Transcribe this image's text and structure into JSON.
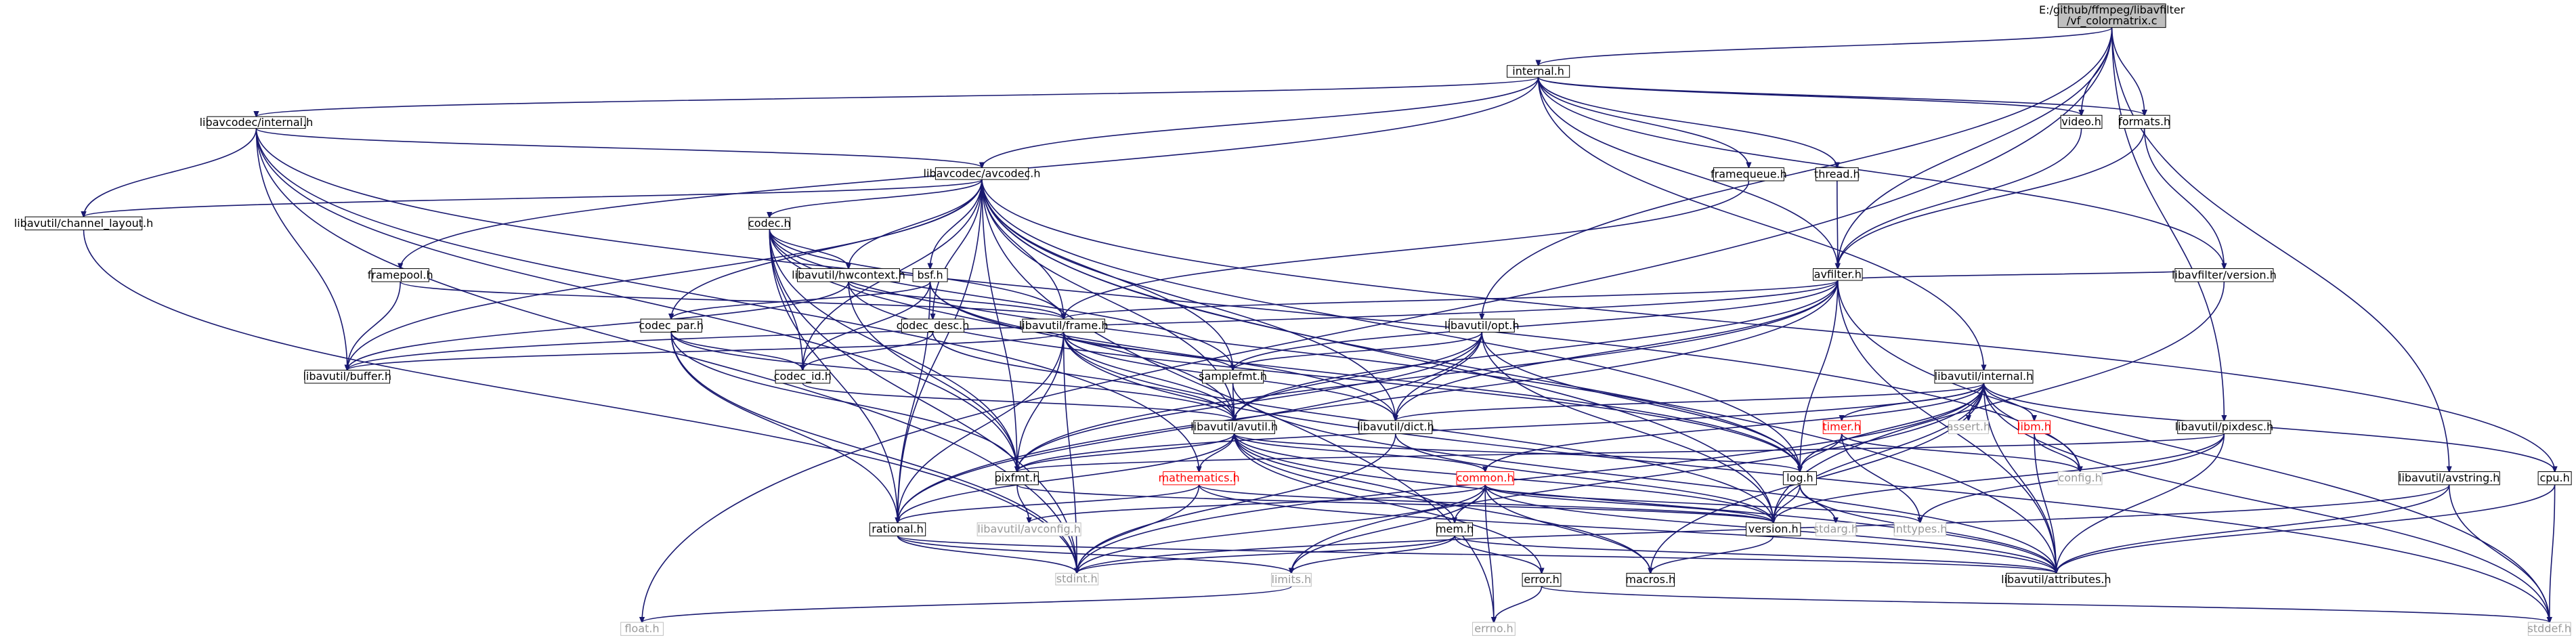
{
  "graph": {
    "root": {
      "label_line1": "E:/github/ffmpeg/libavfilter",
      "label_line2": "/vf_colormatrix.c"
    },
    "nodes": [
      {
        "id": "internal_h",
        "label": "internal.h"
      },
      {
        "id": "lavc_internal",
        "label": "libavcodec/internal.h"
      },
      {
        "id": "video_h",
        "label": "video.h"
      },
      {
        "id": "formats_h",
        "label": "formats.h"
      },
      {
        "id": "lavc_avcodec",
        "label": "libavcodec/avcodec.h"
      },
      {
        "id": "framequeue_h",
        "label": "framequeue.h"
      },
      {
        "id": "thread_h",
        "label": "thread.h"
      },
      {
        "id": "channel_layout",
        "label": "libavutil/channel_layout.h"
      },
      {
        "id": "codec_h",
        "label": "codec.h"
      },
      {
        "id": "bsf_h",
        "label": "bsf.h"
      },
      {
        "id": "framepool_h",
        "label": "framepool.h"
      },
      {
        "id": "hwcontext_h",
        "label": "libavutil/hwcontext.h"
      },
      {
        "id": "avfilter_h",
        "label": "avfilter.h"
      },
      {
        "id": "lavfi_version",
        "label": "libavfilter/version.h"
      },
      {
        "id": "codec_par",
        "label": "codec_par.h"
      },
      {
        "id": "codec_desc",
        "label": "codec_desc.h"
      },
      {
        "id": "frame_h",
        "label": "libavutil/frame.h"
      },
      {
        "id": "opt_h",
        "label": "libavutil/opt.h"
      },
      {
        "id": "buffer_h",
        "label": "libavutil/buffer.h"
      },
      {
        "id": "codec_id",
        "label": "codec_id.h"
      },
      {
        "id": "samplefmt",
        "label": "samplefmt.h"
      },
      {
        "id": "lavu_internal",
        "label": "libavutil/internal.h"
      },
      {
        "id": "avutil_h",
        "label": "libavutil/avutil.h"
      },
      {
        "id": "dict_h",
        "label": "libavutil/dict.h"
      },
      {
        "id": "assert_h",
        "label": "assert.h",
        "style": "gray"
      },
      {
        "id": "timer_h",
        "label": "timer.h",
        "style": "red"
      },
      {
        "id": "libm_h",
        "label": "libm.h",
        "style": "red"
      },
      {
        "id": "pixdesc_h",
        "label": "libavutil/pixdesc.h"
      },
      {
        "id": "config_h",
        "label": "config.h",
        "style": "gray"
      },
      {
        "id": "pixfmt_h",
        "label": "pixfmt.h"
      },
      {
        "id": "mathematics_h",
        "label": "mathematics.h",
        "style": "red"
      },
      {
        "id": "common_h",
        "label": "common.h",
        "style": "red"
      },
      {
        "id": "log_h",
        "label": "log.h"
      },
      {
        "id": "avstring_h",
        "label": "libavutil/avstring.h"
      },
      {
        "id": "cpu_h",
        "label": "cpu.h"
      },
      {
        "id": "rational_h",
        "label": "rational.h"
      },
      {
        "id": "avconfig_h",
        "label": "libavutil/avconfig.h",
        "style": "gray"
      },
      {
        "id": "mem_h",
        "label": "mem.h"
      },
      {
        "id": "version_h",
        "label": "version.h"
      },
      {
        "id": "stdarg_h",
        "label": "stdarg.h",
        "style": "gray"
      },
      {
        "id": "inttypes_h",
        "label": "inttypes.h",
        "style": "gray"
      },
      {
        "id": "stdint_h",
        "label": "stdint.h",
        "style": "gray"
      },
      {
        "id": "limits_h",
        "label": "limits.h",
        "style": "gray"
      },
      {
        "id": "error_h",
        "label": "error.h"
      },
      {
        "id": "macros_h",
        "label": "macros.h"
      },
      {
        "id": "attributes_h",
        "label": "libavutil/attributes.h"
      },
      {
        "id": "float_h",
        "label": "float.h",
        "style": "gray"
      },
      {
        "id": "errno_h",
        "label": "errno.h",
        "style": "gray"
      },
      {
        "id": "stddef_h",
        "label": "stddef.h",
        "style": "gray"
      }
    ],
    "edges": [
      [
        "root",
        "internal_h"
      ],
      [
        "root",
        "video_h"
      ],
      [
        "root",
        "formats_h"
      ],
      [
        "root",
        "avfilter_h"
      ],
      [
        "root",
        "opt_h"
      ],
      [
        "root",
        "pixdesc_h"
      ],
      [
        "root",
        "avstring_h"
      ],
      [
        "root",
        "float_h"
      ],
      [
        "internal_h",
        "lavc_internal"
      ],
      [
        "internal_h",
        "lavc_avcodec"
      ],
      [
        "internal_h",
        "framequeue_h"
      ],
      [
        "internal_h",
        "thread_h"
      ],
      [
        "internal_h",
        "video_h"
      ],
      [
        "internal_h",
        "formats_h"
      ],
      [
        "internal_h",
        "avfilter_h"
      ],
      [
        "internal_h",
        "framepool_h"
      ],
      [
        "internal_h",
        "lavu_internal"
      ],
      [
        "internal_h",
        "lavfi_version"
      ],
      [
        "video_h",
        "avfilter_h"
      ],
      [
        "formats_h",
        "avfilter_h"
      ],
      [
        "formats_h",
        "lavfi_version"
      ],
      [
        "framequeue_h",
        "frame_h"
      ],
      [
        "thread_h",
        "avfilter_h"
      ],
      [
        "lavc_internal",
        "lavc_avcodec"
      ],
      [
        "lavc_internal",
        "channel_layout"
      ],
      [
        "lavc_internal",
        "buffer_h"
      ],
      [
        "lavc_internal",
        "config_h"
      ],
      [
        "lavc_internal",
        "pixfmt_h"
      ],
      [
        "lavc_internal",
        "stdint_h"
      ],
      [
        "lavc_internal",
        "mathematics_h"
      ],
      [
        "lavc_avcodec",
        "codec_h"
      ],
      [
        "lavc_avcodec",
        "bsf_h"
      ],
      [
        "lavc_avcodec",
        "hwcontext_h"
      ],
      [
        "lavc_avcodec",
        "codec_par"
      ],
      [
        "lavc_avcodec",
        "codec_desc"
      ],
      [
        "lavc_avcodec",
        "frame_h"
      ],
      [
        "lavc_avcodec",
        "samplefmt"
      ],
      [
        "lavc_avcodec",
        "avutil_h"
      ],
      [
        "lavc_avcodec",
        "dict_h"
      ],
      [
        "lavc_avcodec",
        "buffer_h"
      ],
      [
        "lavc_avcodec",
        "codec_id"
      ],
      [
        "lavc_avcodec",
        "channel_layout"
      ],
      [
        "lavc_avcodec",
        "cpu_h"
      ],
      [
        "lavc_avcodec",
        "log_h"
      ],
      [
        "lavc_avcodec",
        "pixfmt_h"
      ],
      [
        "lavc_avcodec",
        "rational_h"
      ],
      [
        "lavc_avcodec",
        "attributes_h"
      ],
      [
        "lavc_avcodec",
        "version_h"
      ],
      [
        "lavc_avcodec",
        "errno_h"
      ],
      [
        "channel_layout",
        "stdint_h"
      ],
      [
        "codec_h",
        "hwcontext_h"
      ],
      [
        "codec_h",
        "codec_id"
      ],
      [
        "codec_h",
        "avutil_h"
      ],
      [
        "codec_h",
        "frame_h"
      ],
      [
        "codec_h",
        "samplefmt"
      ],
      [
        "codec_h",
        "log_h"
      ],
      [
        "codec_h",
        "pixfmt_h"
      ],
      [
        "codec_h",
        "rational_h"
      ],
      [
        "codec_h",
        "stdint_h"
      ],
      [
        "bsf_h",
        "codec_par"
      ],
      [
        "bsf_h",
        "codec_id"
      ],
      [
        "bsf_h",
        "dict_h"
      ],
      [
        "bsf_h",
        "log_h"
      ],
      [
        "bsf_h",
        "rational_h"
      ],
      [
        "framepool_h",
        "buffer_h"
      ],
      [
        "framepool_h",
        "frame_h"
      ],
      [
        "hwcontext_h",
        "buffer_h"
      ],
      [
        "hwcontext_h",
        "frame_h"
      ],
      [
        "hwcontext_h",
        "log_h"
      ],
      [
        "hwcontext_h",
        "pixfmt_h"
      ],
      [
        "avfilter_h",
        "lavfi_version"
      ],
      [
        "avfilter_h",
        "frame_h"
      ],
      [
        "avfilter_h",
        "samplefmt"
      ],
      [
        "avfilter_h",
        "avutil_h"
      ],
      [
        "avfilter_h",
        "dict_h"
      ],
      [
        "avfilter_h",
        "log_h"
      ],
      [
        "avfilter_h",
        "pixfmt_h"
      ],
      [
        "avfilter_h",
        "rational_h"
      ],
      [
        "avfilter_h",
        "buffer_h"
      ],
      [
        "avfilter_h",
        "attributes_h"
      ],
      [
        "avfilter_h",
        "stddef_h"
      ],
      [
        "lavfi_version",
        "version_h"
      ],
      [
        "codec_par",
        "codec_id"
      ],
      [
        "codec_par",
        "pixfmt_h"
      ],
      [
        "codec_par",
        "rational_h"
      ],
      [
        "codec_par",
        "avutil_h"
      ],
      [
        "codec_par",
        "stdint_h"
      ],
      [
        "codec_desc",
        "codec_id"
      ],
      [
        "codec_desc",
        "avutil_h"
      ],
      [
        "frame_h",
        "avutil_h"
      ],
      [
        "frame_h",
        "buffer_h"
      ],
      [
        "frame_h",
        "dict_h"
      ],
      [
        "frame_h",
        "rational_h"
      ],
      [
        "frame_h",
        "samplefmt"
      ],
      [
        "frame_h",
        "pixfmt_h"
      ],
      [
        "frame_h",
        "version_h"
      ],
      [
        "frame_h",
        "stdint_h"
      ],
      [
        "frame_h",
        "stddef_h"
      ],
      [
        "opt_h",
        "rational_h"
      ],
      [
        "opt_h",
        "avutil_h"
      ],
      [
        "opt_h",
        "dict_h"
      ],
      [
        "opt_h",
        "log_h"
      ],
      [
        "opt_h",
        "pixfmt_h"
      ],
      [
        "opt_h",
        "samplefmt"
      ],
      [
        "opt_h",
        "version_h"
      ],
      [
        "codec_id",
        "avutil_h"
      ],
      [
        "samplefmt",
        "avutil_h"
      ],
      [
        "samplefmt",
        "attributes_h"
      ],
      [
        "lavu_internal",
        "timer_h"
      ],
      [
        "lavu_internal",
        "libm_h"
      ],
      [
        "lavu_internal",
        "assert_h"
      ],
      [
        "lavu_internal",
        "config_h"
      ],
      [
        "lavu_internal",
        "common_h"
      ],
      [
        "lavu_internal",
        "dict_h"
      ],
      [
        "lavu_internal",
        "log_h"
      ],
      [
        "lavu_internal",
        "pixfmt_h"
      ],
      [
        "lavu_internal",
        "version_h"
      ],
      [
        "lavu_internal",
        "attributes_h"
      ],
      [
        "lavu_internal",
        "stdint_h"
      ],
      [
        "lavu_internal",
        "cpu_h"
      ],
      [
        "lavu_internal",
        "macros_h"
      ],
      [
        "lavu_internal",
        "limits_h"
      ],
      [
        "lavu_internal",
        "stddef_h"
      ],
      [
        "avutil_h",
        "pixfmt_h"
      ],
      [
        "avutil_h",
        "mathematics_h"
      ],
      [
        "avutil_h",
        "common_h"
      ],
      [
        "avutil_h",
        "rational_h"
      ],
      [
        "avutil_h",
        "log_h"
      ],
      [
        "avutil_h",
        "version_h"
      ],
      [
        "avutil_h",
        "error_h"
      ],
      [
        "avutil_h",
        "macros_h"
      ],
      [
        "avutil_h",
        "attributes_h"
      ],
      [
        "dict_h",
        "stdint_h"
      ],
      [
        "dict_h",
        "version_h"
      ],
      [
        "timer_h",
        "log_h"
      ],
      [
        "timer_h",
        "inttypes_h"
      ],
      [
        "timer_h",
        "config_h"
      ],
      [
        "libm_h",
        "config_h"
      ],
      [
        "libm_h",
        "attributes_h"
      ],
      [
        "pixdesc_h",
        "pixfmt_h"
      ],
      [
        "pixdesc_h",
        "version_h"
      ],
      [
        "pixdesc_h",
        "inttypes_h"
      ],
      [
        "pixdesc_h",
        "attributes_h"
      ],
      [
        "pixfmt_h",
        "avconfig_h"
      ],
      [
        "pixfmt_h",
        "version_h"
      ],
      [
        "mathematics_h",
        "rational_h"
      ],
      [
        "mathematics_h",
        "attributes_h"
      ],
      [
        "mathematics_h",
        "stdint_h"
      ],
      [
        "mathematics_h",
        "version_h"
      ],
      [
        "common_h",
        "mem_h"
      ],
      [
        "common_h",
        "attributes_h"
      ],
      [
        "common_h",
        "macros_h"
      ],
      [
        "common_h",
        "version_h"
      ],
      [
        "common_h",
        "avconfig_h"
      ],
      [
        "common_h",
        "inttypes_h"
      ],
      [
        "common_h",
        "stdint_h"
      ],
      [
        "common_h",
        "limits_h"
      ],
      [
        "common_h",
        "errno_h"
      ],
      [
        "common_h",
        "stdlib_ph"
      ],
      [
        "log_h",
        "stdarg_h"
      ],
      [
        "log_h",
        "attributes_h"
      ],
      [
        "log_h",
        "version_h"
      ],
      [
        "avstring_h",
        "stddef_h"
      ],
      [
        "avstring_h",
        "stdint_h"
      ],
      [
        "avstring_h",
        "attributes_h"
      ],
      [
        "cpu_h",
        "stddef_h"
      ],
      [
        "cpu_h",
        "attributes_h"
      ],
      [
        "rational_h",
        "stdint_h"
      ],
      [
        "rational_h",
        "limits_h"
      ],
      [
        "rational_h",
        "attributes_h"
      ],
      [
        "mem_h",
        "error_h"
      ],
      [
        "mem_h",
        "avutil_h"
      ],
      [
        "mem_h",
        "stdint_h"
      ],
      [
        "mem_h",
        "limits_h"
      ],
      [
        "mem_h",
        "attributes_h"
      ],
      [
        "error_h",
        "errno_h"
      ],
      [
        "error_h",
        "stddef_h"
      ],
      [
        "version_h",
        "macros_h"
      ],
      [
        "limits_h",
        "float_h"
      ]
    ]
  }
}
